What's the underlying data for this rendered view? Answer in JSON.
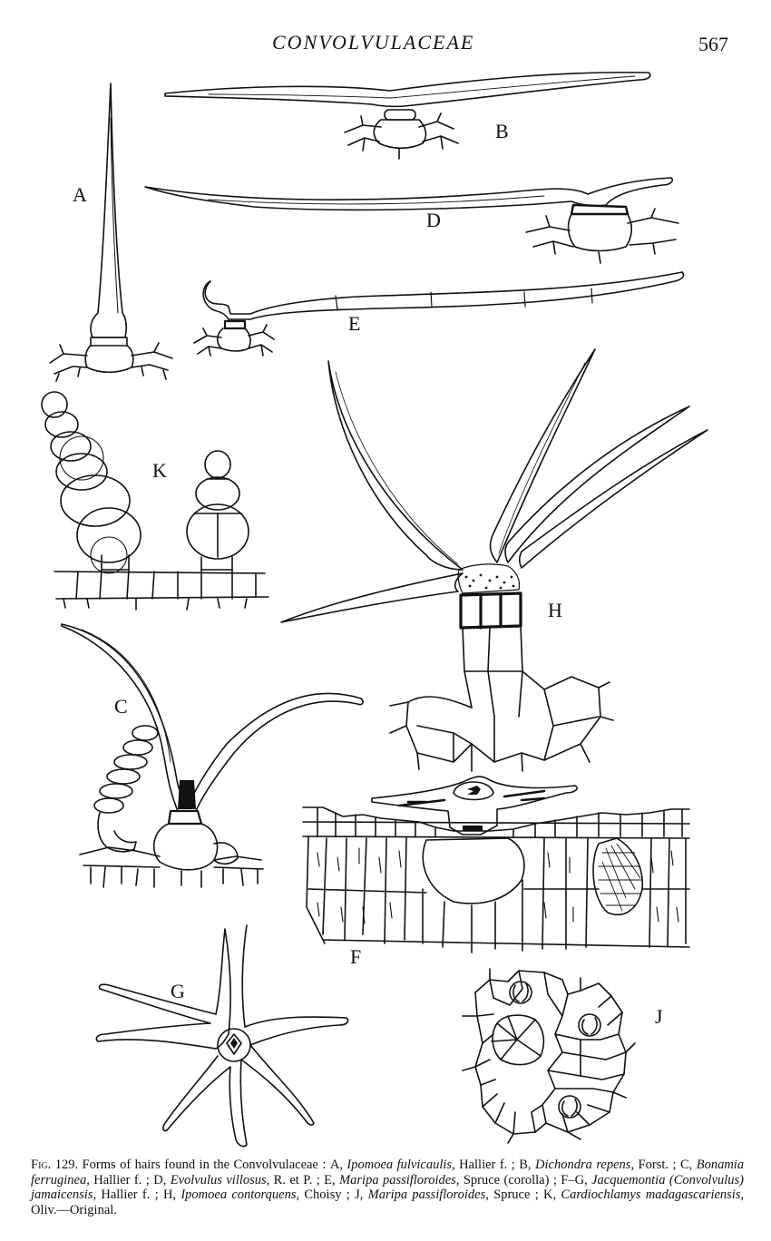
{
  "header": {
    "title": "CONVOLVULACEAE",
    "page_number": "567"
  },
  "figure_labels": {
    "A": "A",
    "B": "B",
    "C": "C",
    "D": "D",
    "E": "E",
    "F": "F",
    "G": "G",
    "H": "H",
    "J": "J",
    "K": "K"
  },
  "caption": {
    "fig": "Fig. 129.",
    "intro": "Forms of hairs found in the Convolvulaceae :",
    "a_key": "A,",
    "a_species": "Ipomoea fulvicaulis,",
    "a_author": "Hallier f. ;",
    "b_key": "B,",
    "b_species": "Dichondra repens,",
    "b_author": "Forst. ;",
    "c_key": "C,",
    "c_species": "Bonamia ferruginea,",
    "c_author": "Hallier f. ;",
    "d_key": "D,",
    "d_species": "Evolvulus villosus,",
    "d_author": "R. et P. ;",
    "e_key": "E,",
    "e_species": "Maripa passifloroides,",
    "e_author": "Spruce (corolla) ;",
    "fg_key": "F–G,",
    "fg_species_1": "Jacquemontia",
    "fg_species_2": "(Convolvulus)",
    "fg_species_3": "jamaicensis,",
    "fg_author": "Hallier f. ;",
    "h_key": "H,",
    "h_species": "Ipomoea contorquens,",
    "h_author": "Choisy ;",
    "j_key": "J,",
    "j_species": "Maripa passifloroides,",
    "j_author": "Spruce ;",
    "k_key": "K,",
    "k_species": "Cardiochlamys madagascariensis,",
    "k_author": "Oliv.—Original."
  }
}
